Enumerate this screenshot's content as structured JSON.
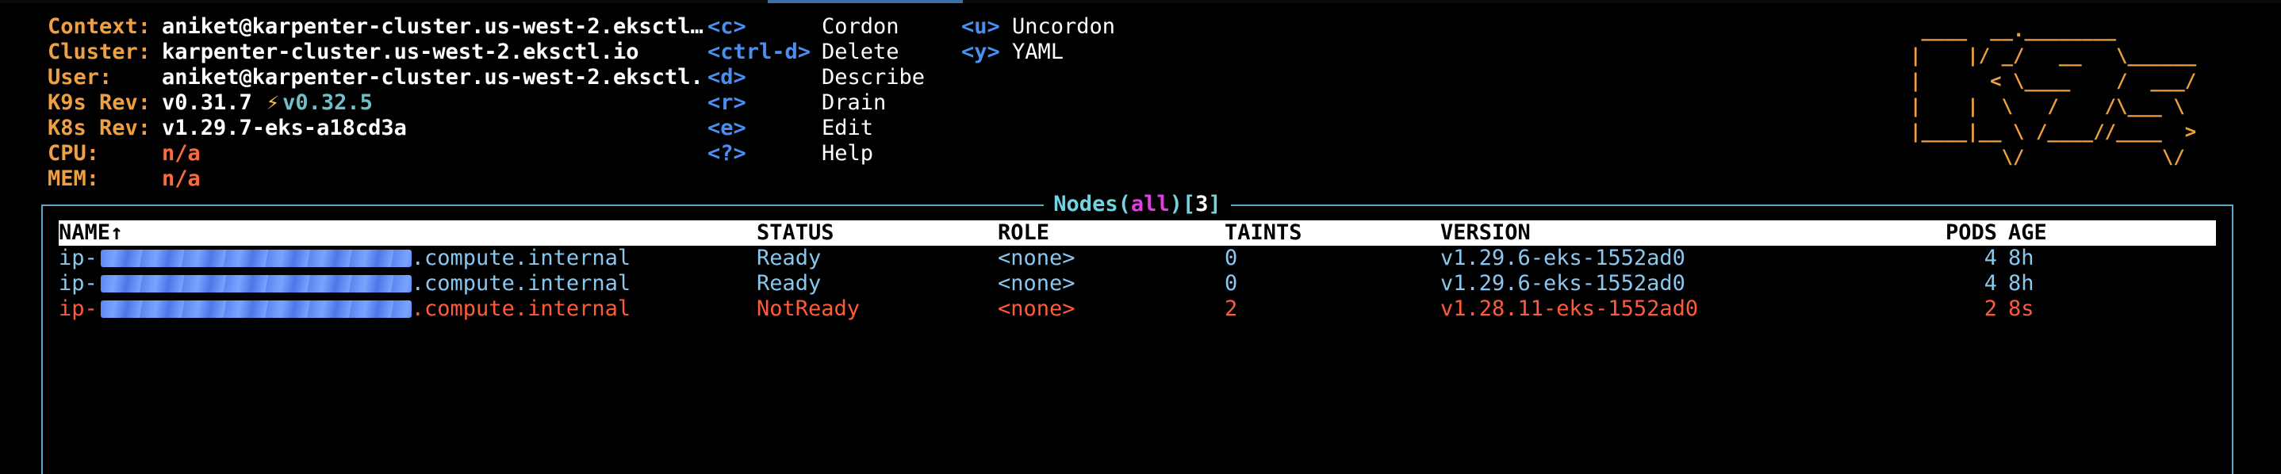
{
  "info": [
    {
      "key": "Context:",
      "value": "aniket@karpenter-cluster.us-west-2.eksctl…",
      "style": "normal"
    },
    {
      "key": "Cluster:",
      "value": "karpenter-cluster.us-west-2.eksctl.io",
      "style": "normal"
    },
    {
      "key": "User:",
      "value": "aniket@karpenter-cluster.us-west-2.eksctl.",
      "style": "normal"
    },
    {
      "key": "K9s Rev:",
      "value": "v0.31.7",
      "style": "normal"
    },
    {
      "key": "K8s Rev:",
      "value": "v1.29.7-eks-a18cd3a",
      "style": "normal"
    },
    {
      "key": "CPU:",
      "value": "n/a",
      "style": "na"
    },
    {
      "key": "MEM:",
      "value": "n/a",
      "style": "na"
    }
  ],
  "k9s_update": {
    "bolt": "⚡",
    "version": "v0.32.5"
  },
  "menu_col1": [
    {
      "key": "<c>",
      "label": "Cordon"
    },
    {
      "key": "<ctrl-d>",
      "label": "Delete"
    },
    {
      "key": "<d>",
      "label": "Describe"
    },
    {
      "key": "<r>",
      "label": "Drain"
    },
    {
      "key": "<e>",
      "label": "Edit"
    },
    {
      "key": "<?>",
      "label": "Help"
    }
  ],
  "menu_col2": [
    {
      "key": "<u>",
      "label": "Uncordon"
    },
    {
      "key": "<y>",
      "label": "YAML"
    }
  ],
  "logo": " ____  __.________\n|    |/ _/   __   \\______\n|      < \\____    /  ___/\n|    |  \\   /    /\\___ \\\n|____|__ \\ /____//____  >\n        \\/            \\/",
  "panel": {
    "resource": "Nodes",
    "namespace": "all",
    "count": "3"
  },
  "table": {
    "headers": {
      "name": "NAME↑",
      "status": "STATUS",
      "role": "ROLE",
      "taints": "TAINTS",
      "version": "VERSION",
      "pods": "PODS",
      "age": "AGE"
    },
    "rows": [
      {
        "name_prefix": "ip-",
        "name_suffix": ".compute.internal",
        "status": "Ready",
        "role": "<none>",
        "taints": "0",
        "version": "v1.29.6-eks-1552ad0",
        "pods": "4",
        "age": "8h",
        "state": "ok"
      },
      {
        "name_prefix": "ip-",
        "name_suffix": ".compute.internal",
        "status": "Ready",
        "role": "<none>",
        "taints": "0",
        "version": "v1.29.6-eks-1552ad0",
        "pods": "4",
        "age": "8h",
        "state": "ok"
      },
      {
        "name_prefix": "ip-",
        "name_suffix": ".compute.internal",
        "status": "NotReady",
        "role": "<none>",
        "taints": "2",
        "version": "v1.28.11-eks-1552ad0",
        "pods": "2",
        "age": "8s",
        "state": "bad"
      }
    ]
  },
  "colors": {
    "key": "#f0a040",
    "hotkey": "#4a8ff0",
    "ready": "#8ac7ef",
    "notready": "#ff5b3a",
    "border": "#5fa8c8",
    "namespace": "#e040e0"
  }
}
